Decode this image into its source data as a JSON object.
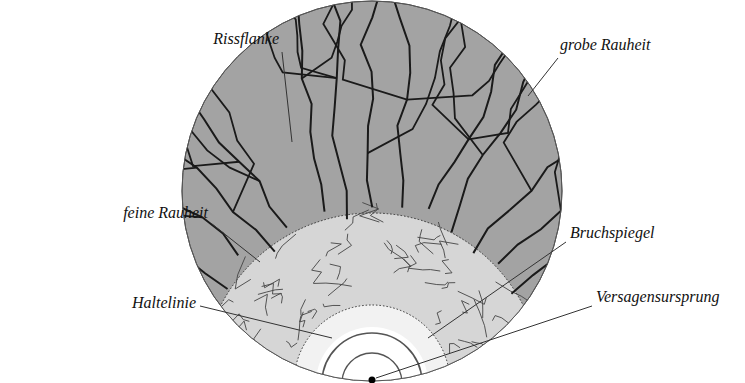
{
  "diagram": {
    "labels": [
      "Rissflanke",
      "grobe Rauheit",
      "feine Rauheit",
      "Bruchspiegel",
      "Haltelinie",
      "Versagensursprung"
    ]
  }
}
